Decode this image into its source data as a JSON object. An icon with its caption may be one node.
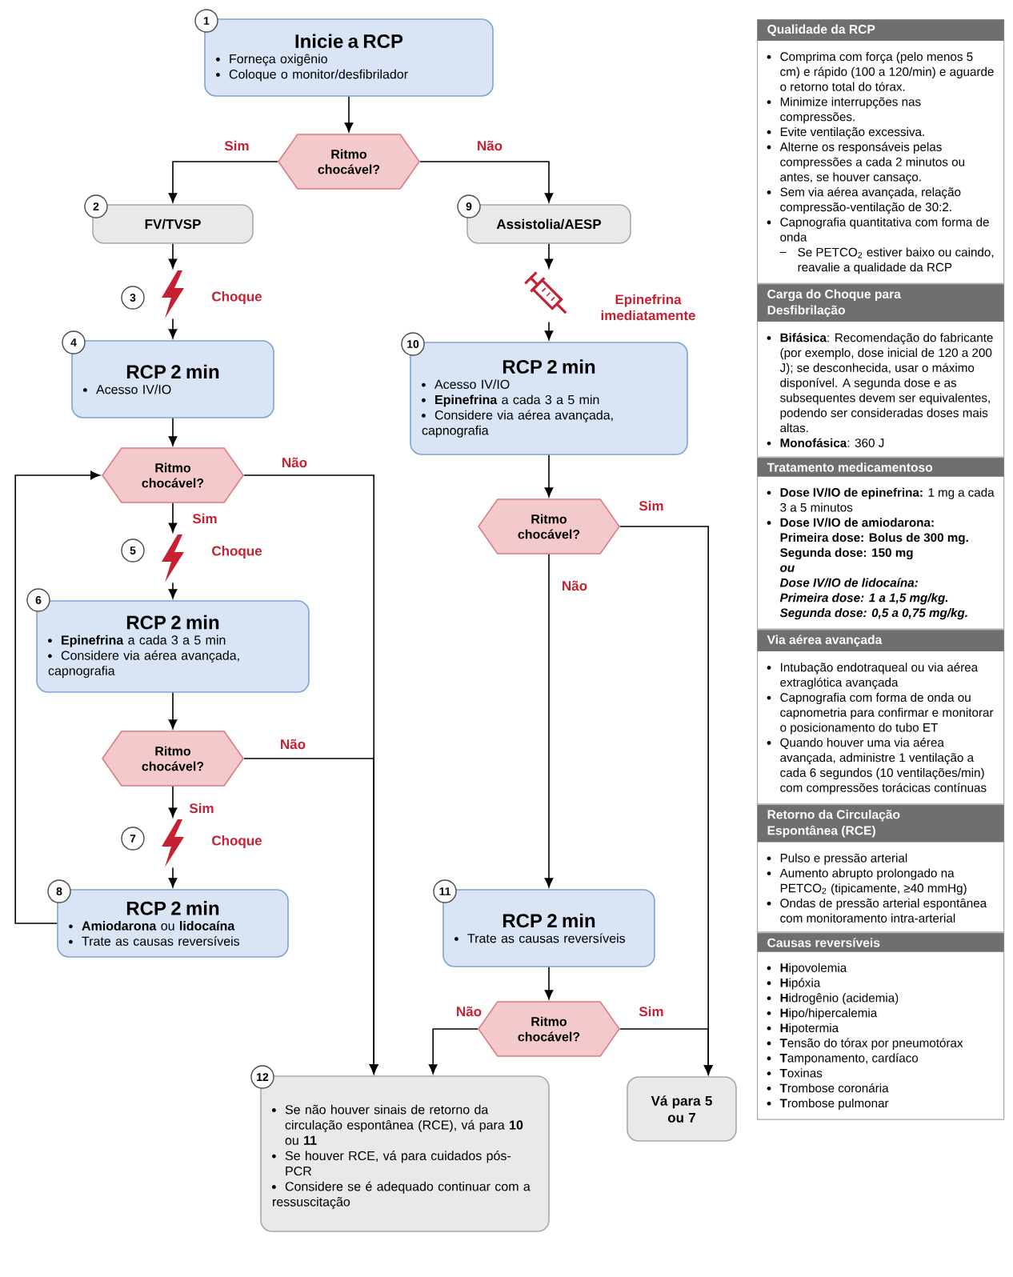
{
  "diagram": {
    "nodes": [
      {
        "text": [
          "Inicie a RCP",
          "Forneça oxigênio",
          "Coloque o monitor/desfibrilador"
        ],
        "beside": [
          "1"
        ]
      },
      {
        "text": [
          "Ritmo chocável?"
        ]
      },
      {
        "text": [
          "FV/TVSP"
        ],
        "beside": [
          "2"
        ]
      },
      {
        "text": [
          "Assistolia/AESP"
        ],
        "beside": [
          "9"
        ]
      },
      {
        "text": [],
        "shape": "lightning",
        "beside": [
          "3",
          "Choque"
        ]
      },
      {
        "text": [],
        "shape": "syringe",
        "beside": [
          "Epinefrina imediatamente"
        ]
      },
      {
        "text": [
          "RCP 2 min",
          "Acesso IV/IO"
        ],
        "beside": [
          "4"
        ]
      },
      {
        "text": [
          "RCP 2 min",
          "Acesso IV/IO",
          "**Epinefrina** a cada 3 a 5 min",
          "Considere via aérea avançada, capnografia"
        ],
        "beside": [
          "10"
        ]
      },
      {
        "text": [
          "Ritmo chocável?"
        ]
      },
      {
        "text": [
          "Ritmo chocável?"
        ]
      },
      {
        "text": [],
        "shape": "lightning",
        "beside": [
          "5",
          "Choque"
        ]
      },
      {
        "text": [
          "RCP 2 min",
          "**Epinefrina** a cada 3 a 5 min",
          "Considere via aérea avançada, capnografia"
        ],
        "beside": [
          "6"
        ]
      },
      {
        "text": [
          "Ritmo chocável?"
        ]
      },
      {
        "text": [],
        "shape": "lightning",
        "beside": [
          "7",
          "Choque"
        ]
      },
      {
        "text": [
          "RCP 2 min",
          "**Amiodarona** ou **lidocaína**",
          "Trate as causas reversíveis"
        ],
        "beside": [
          "8"
        ]
      },
      {
        "text": [
          "RCP 2 min",
          "Trate as causas reversíveis"
        ],
        "beside": [
          "11"
        ]
      },
      {
        "text": [
          "Ritmo chocável?"
        ]
      },
      {
        "text": [
          "Se não houver sinais de retorno da circulação espontânea (RCE), vá para **10** ou **11**",
          "Se houver RCE, vá para cuidados pós-PCR",
          "Considere se é adequado continuar com a ressuscitação"
        ],
        "beside": [
          "12"
        ]
      },
      {
        "text": [
          "Vá para 5 ou 7"
        ]
      },
      {
        "text": [
          "Qualidade da RCP",
          "Comprima com força (pelo menos 5 cm) e rápido (100 a 120/min) e aguarde o retorno total do tórax.",
          "Minimize interrupções nas compressões.",
          "Evite ventilação excessiva.",
          "Alterne os responsáveis pelas compressões a cada 2 minutos ou antes, se houver cansaço.",
          "Sem via aérea avançada, relação compressão-ventilação de 30:2.",
          "Capnografia quantitativa com forma de onda",
          "Se PETCO$_{2}$ estiver baixo ou caindo, reavalie a qualidade da RCP"
        ]
      },
      {
        "text": [
          "Carga do Choque para Desfibrilação",
          "**Bifásica**: Recomendação do fabricante (por exemplo, dose inicial de 120 a 200 J); se desconhecida, usar o máximo disponível. A segunda dose e as subsequentes devem ser equivalentes, podendo ser consideradas doses mais altas.",
          "**Monofásica**: 360 J"
        ]
      },
      {
        "text": [
          "Tratamento medicamentoso",
          "**Dose IV/IO de epinefrina:** 1 mg a cada 3 a 5 minutos",
          "Dose IV/IO de amiodarona:",
          "Primeira dose: Bolus de 300 mg.",
          "Segunda dose: 150 mg",
          "ou",
          "Dose IV/IO de lidocaína:",
          "Primeira dose: 1 a 1,5 mg/kg.",
          "Segunda dose: 0,5 a 0,75 mg/kg."
        ]
      },
      {
        "text": [
          "Via aérea avançada",
          "Intubação endotraqueal ou via aérea extraglótica avançada",
          "Capnografia com forma de onda ou capnometria para confirmar e monitorar o posicionamento do tubo ET",
          "Quando houver uma via aérea avançada, administre 1 ventilação a cada 6 segundos (10 ventilações/min) com compressões torácicas contínuas"
        ]
      },
      {
        "text": [
          "Retorno da Circulação Espontânea (RCE)",
          "Pulso e pressão arterial",
          "Aumento abrupto prolongado na PETCO$_{2}$ (tipicamente, ≥40 mmHg)",
          "Ondas de pressão arterial espontânea com monitoramento intra-arterial"
        ]
      },
      {
        "text": [
          "Causas reversíveis",
          "**H**ipovolemia",
          "**H**ipóxia",
          "**H**idrogênio (acidemia)",
          "**H**ipo/hipercalemia",
          "**H**ipotermia",
          "**T**ensão do tórax por pneumotórax",
          "**T**amponamento, cardíaco",
          "**T**oxinas",
          "**T**rombose coronária",
          "**T**rombose pulmonar"
        ]
      }
    ],
    "edges": [
      {
        "from": 0,
        "to": 1,
        "arrow": "to"
      },
      {
        "from": 1,
        "to": 2,
        "arrow": "to",
        "label": "Sim"
      },
      {
        "from": 1,
        "to": 3,
        "arrow": "to",
        "label": "Não"
      },
      {
        "from": 2,
        "to": 4,
        "arrow": "to"
      },
      {
        "from": 4,
        "to": 6,
        "arrow": "to"
      },
      {
        "from": 3,
        "to": 5,
        "arrow": "to"
      },
      {
        "from": 5,
        "to": 7,
        "arrow": "to"
      },
      {
        "from": 6,
        "to": 8,
        "arrow": "to"
      },
      {
        "from": 8,
        "to": 10,
        "arrow": "to",
        "label": "Sim"
      },
      {
        "from": 10,
        "to": 11,
        "arrow": "to"
      },
      {
        "from": 11,
        "to": 12,
        "arrow": "to"
      },
      {
        "from": 12,
        "to": 13,
        "arrow": "to",
        "label": "Sim"
      },
      {
        "from": 13,
        "to": 14,
        "arrow": "to"
      },
      {
        "from": 14,
        "to": 8,
        "arrow": "to"
      },
      {
        "from": 8,
        "to": 17,
        "arrow": "to",
        "label": "Não"
      },
      {
        "from": 12,
        "to": 17,
        "arrow": "to",
        "label": "Não"
      },
      {
        "from": 7,
        "to": 9,
        "arrow": "to"
      },
      {
        "from": 9,
        "to": 15,
        "arrow": "to",
        "label": "Não"
      },
      {
        "from": 9,
        "to": 18,
        "arrow": "to",
        "label": "Sim"
      },
      {
        "from": 15,
        "to": 16,
        "arrow": "to"
      },
      {
        "from": 16,
        "to": 17,
        "arrow": "to",
        "label": "Não"
      },
      {
        "from": 16,
        "to": 18,
        "arrow": "to",
        "label": "Sim"
      }
    ]
  }
}
